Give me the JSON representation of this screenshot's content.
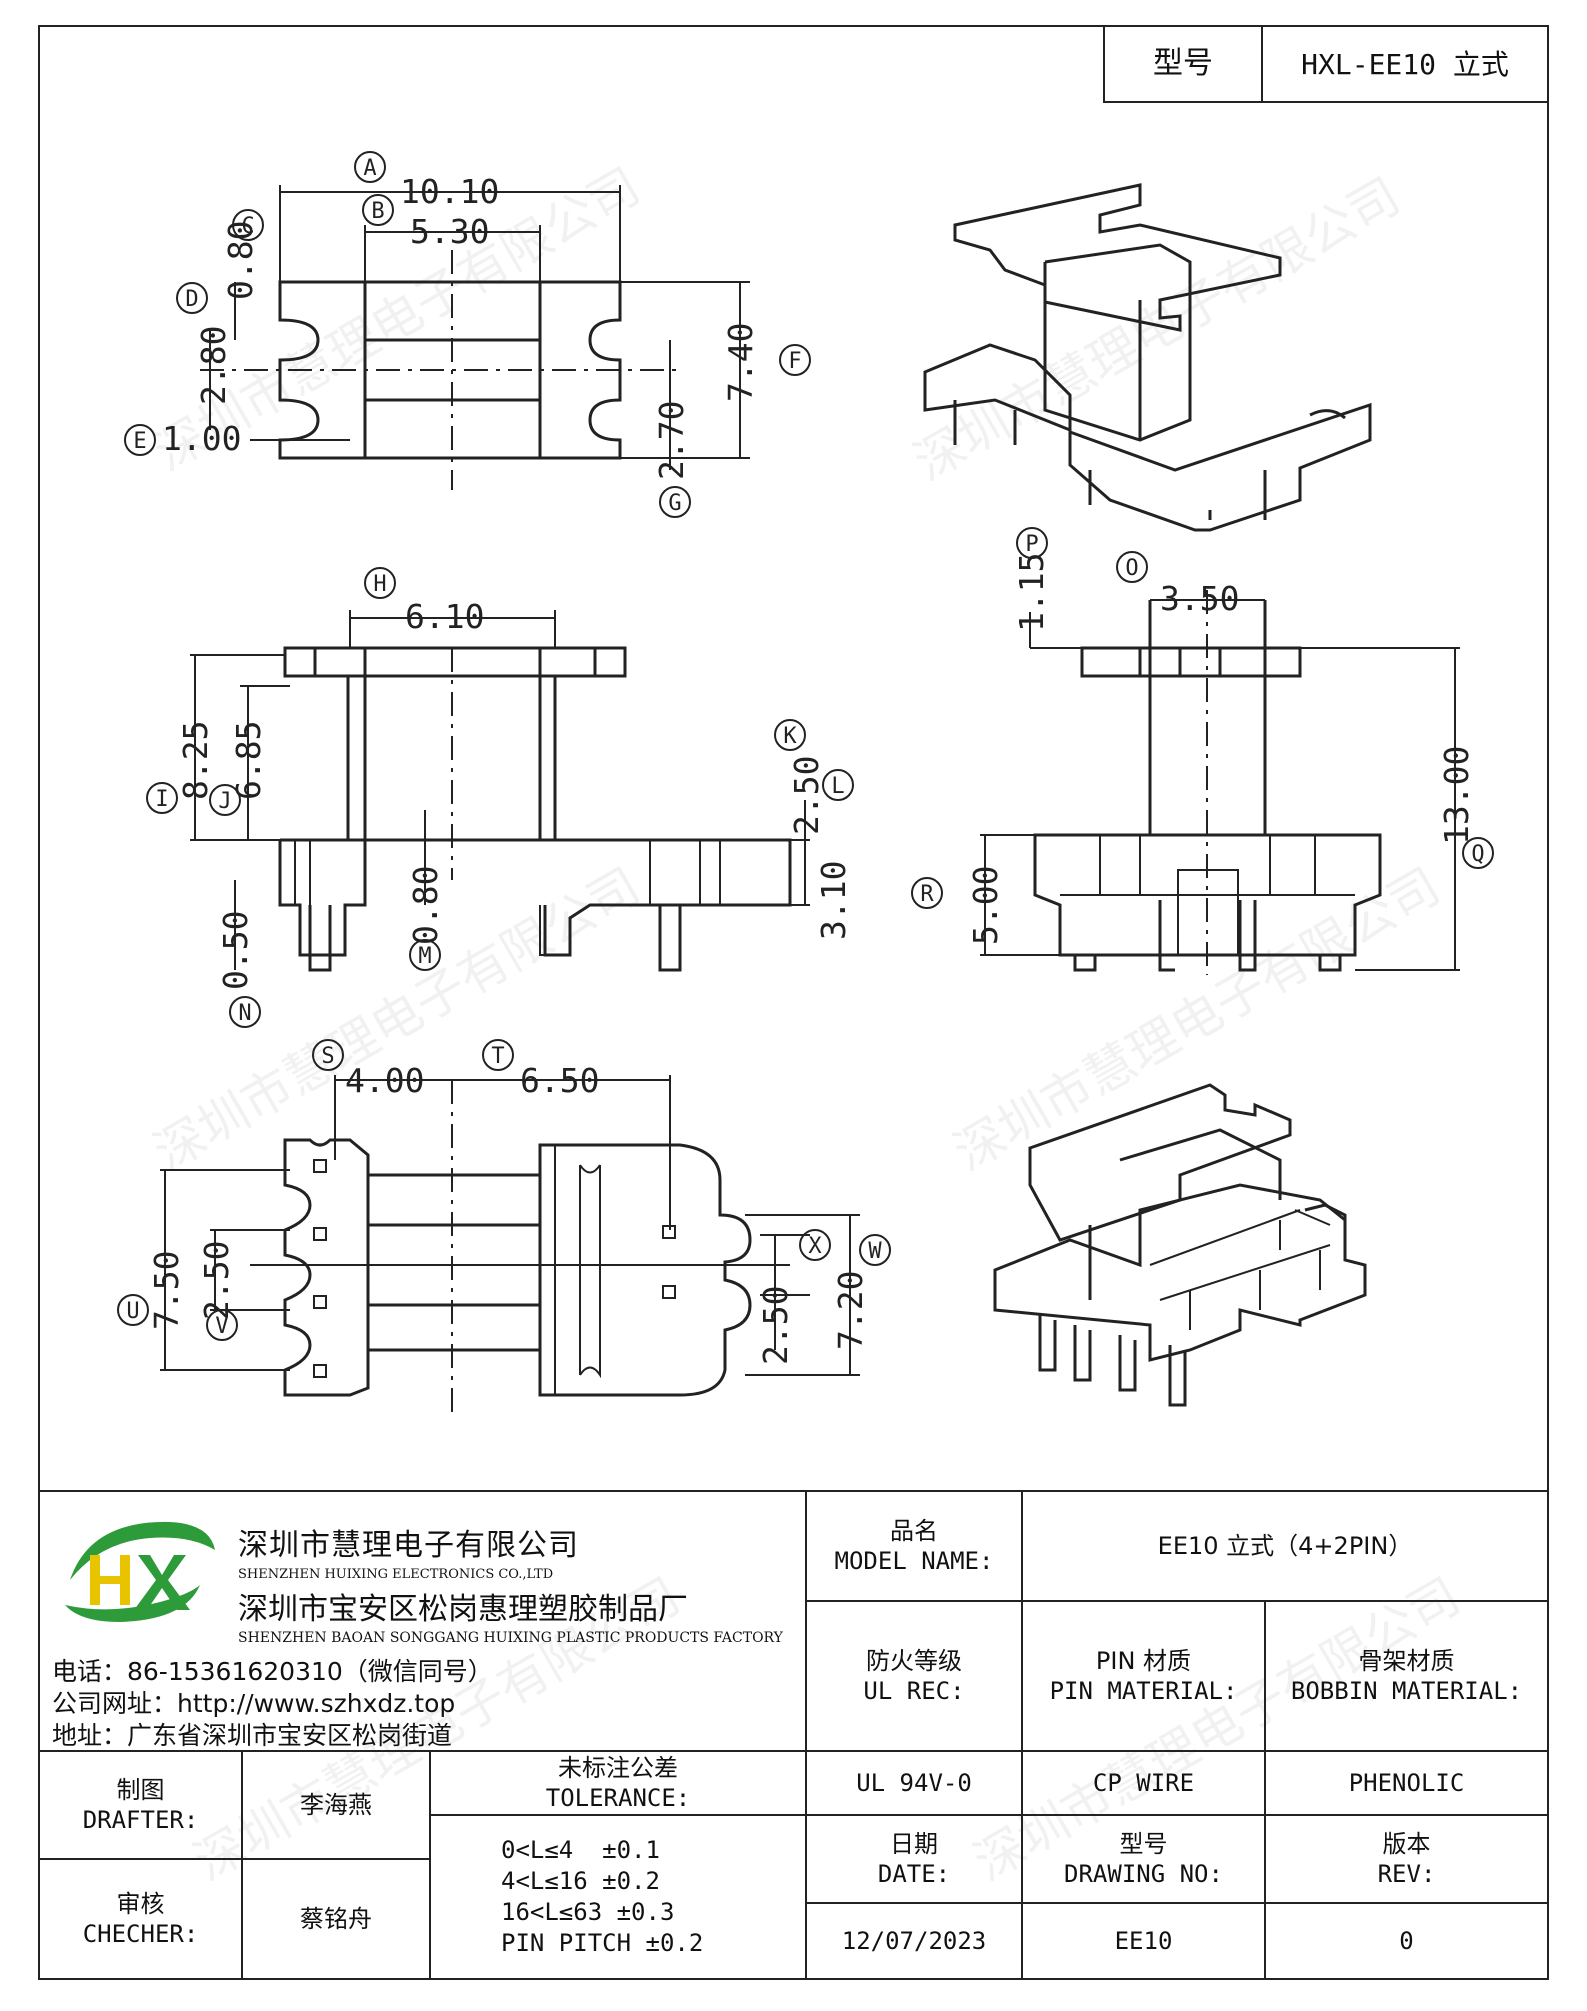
{
  "header": {
    "model_label": "型号",
    "model_value": "HXL-EE10 立式"
  },
  "drawing": {
    "top_view": {
      "A": "10.10",
      "B": "5.30",
      "C": "0.80",
      "D": "2.80",
      "E": "1.00",
      "F": "7.40",
      "G": "2.70"
    },
    "front_view": {
      "H": "6.10",
      "I": "8.25",
      "J": "6.85",
      "K": "2.50",
      "L": "3.10",
      "M": "0.80",
      "N": "0.50"
    },
    "side_view": {
      "O": "3.50",
      "P": "1.15",
      "Q": "13.00",
      "R": "5.00"
    },
    "bottom_view": {
      "S": "4.00",
      "T": "6.50",
      "U": "7.50",
      "V": "2.50",
      "W": "7.20",
      "X": "2.50"
    },
    "letters": [
      "A",
      "B",
      "C",
      "D",
      "E",
      "F",
      "G",
      "H",
      "I",
      "J",
      "K",
      "L",
      "M",
      "N",
      "O",
      "P",
      "Q",
      "R",
      "S",
      "T",
      "U",
      "V",
      "W",
      "X"
    ]
  },
  "company": {
    "name_cn": "深圳市慧理电子有限公司",
    "name_en": "SHENZHEN HUIXING ELECTRONICS CO.,LTD",
    "factory_cn": "深圳市宝安区松岗惠理塑胶制品厂",
    "factory_en": "SHENZHEN BAOAN SONGGANG HUIXING PLASTIC PRODUCTS FACTORY",
    "phone": "电话：86-15361620310（微信同号）",
    "website": "公司网址：http://www.szhxdz.top",
    "address": "地址：广东省深圳市宝安区松岗街道",
    "logo_text": "HX",
    "watermark": "深圳市慧理电子有限公司"
  },
  "title_block": {
    "model_name_cn": "品名",
    "model_name_en": "MODEL NAME:",
    "model_name_value": "EE10 立式（4+2PIN）",
    "ul_cn": "防火等级",
    "ul_en": "UL REC:",
    "ul_value": "UL 94V-0",
    "pin_cn": "PIN 材质",
    "pin_en": "PIN MATERIAL:",
    "pin_value": "CP WIRE",
    "bobbin_cn": "骨架材质",
    "bobbin_en": "BOBBIN MATERIAL:",
    "bobbin_value": "PHENOLIC",
    "drafter_cn": "制图",
    "drafter_en": "DRAFTER:",
    "drafter_value": "李海燕",
    "checker_cn": "审核",
    "checker_en": "CHECHER:",
    "checker_value": "蔡铭舟",
    "tolerance_cn": "未标注公差",
    "tolerance_en": "TOLERANCE:",
    "tolerance_lines": [
      "0<L≤4  ±0.1",
      "4<L≤16 ±0.2",
      "16<L≤63 ±0.3",
      "PIN PITCH ±0.2"
    ],
    "date_cn": "日期",
    "date_en": "DATE:",
    "date_value": "12/07/2023",
    "drawing_no_cn": "型号",
    "drawing_no_en": "DRAWING NO:",
    "drawing_no_value": "EE10",
    "rev_cn": "版本",
    "rev_en": "REV:",
    "rev_value": "0"
  },
  "colors": {
    "logo_green": "#2e9b3a",
    "logo_yellow": "#e8c400",
    "line": "#222222"
  }
}
